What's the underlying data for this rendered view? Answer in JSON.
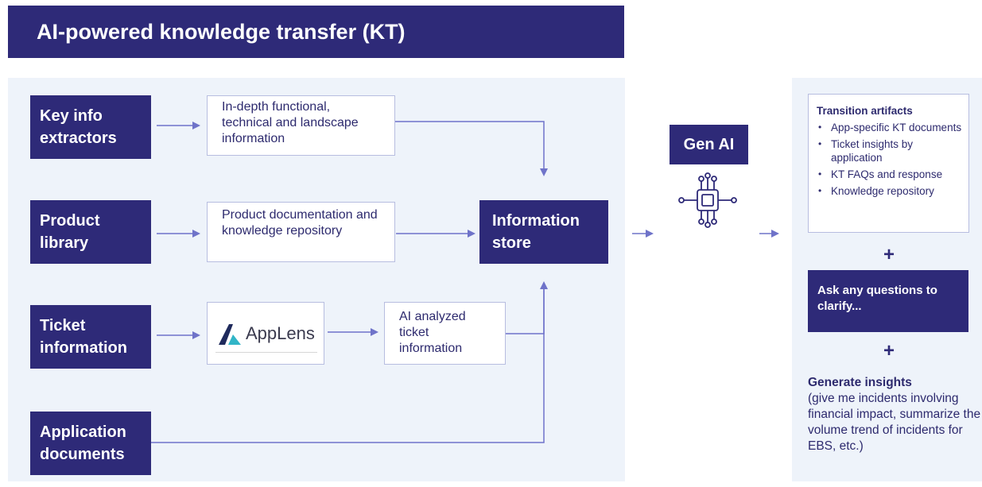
{
  "title": "AI-powered knowledge transfer (KT)",
  "sources": {
    "key_info": "Key info extractors",
    "product_library": "Product library",
    "ticket_information": "Ticket information",
    "application_documents": "Application documents"
  },
  "intermediate": {
    "in_depth": "In-depth functional, technical and landscape information",
    "product_doc": "Product documentation and knowledge repository",
    "applens_logo": "AppLens",
    "ai_analyzed": "AI analyzed ticket information"
  },
  "information_store": "Information store",
  "gen_ai": "Gen AI",
  "artifacts": {
    "title": "Transition artifacts",
    "items": [
      "App-specific KT documents",
      "Ticket insights by application",
      "KT FAQs and response",
      "Knowledge repository"
    ]
  },
  "plus_1": "+",
  "ask_questions": "Ask any questions to clarify...",
  "plus_2": "+",
  "insights": {
    "title": "Generate insights",
    "body": "(give me incidents involving financial impact, summarize the volume trend of incidents for EBS, etc.)"
  },
  "colors": {
    "primary": "#2e2a78",
    "panel": "#eef3fa",
    "arrow": "#6f73c9",
    "applens_dark": "#1f2a5c",
    "applens_teal": "#31b5c7"
  },
  "icons": {
    "gen_ai": "chip-network-icon",
    "applens": "applens-logo"
  }
}
